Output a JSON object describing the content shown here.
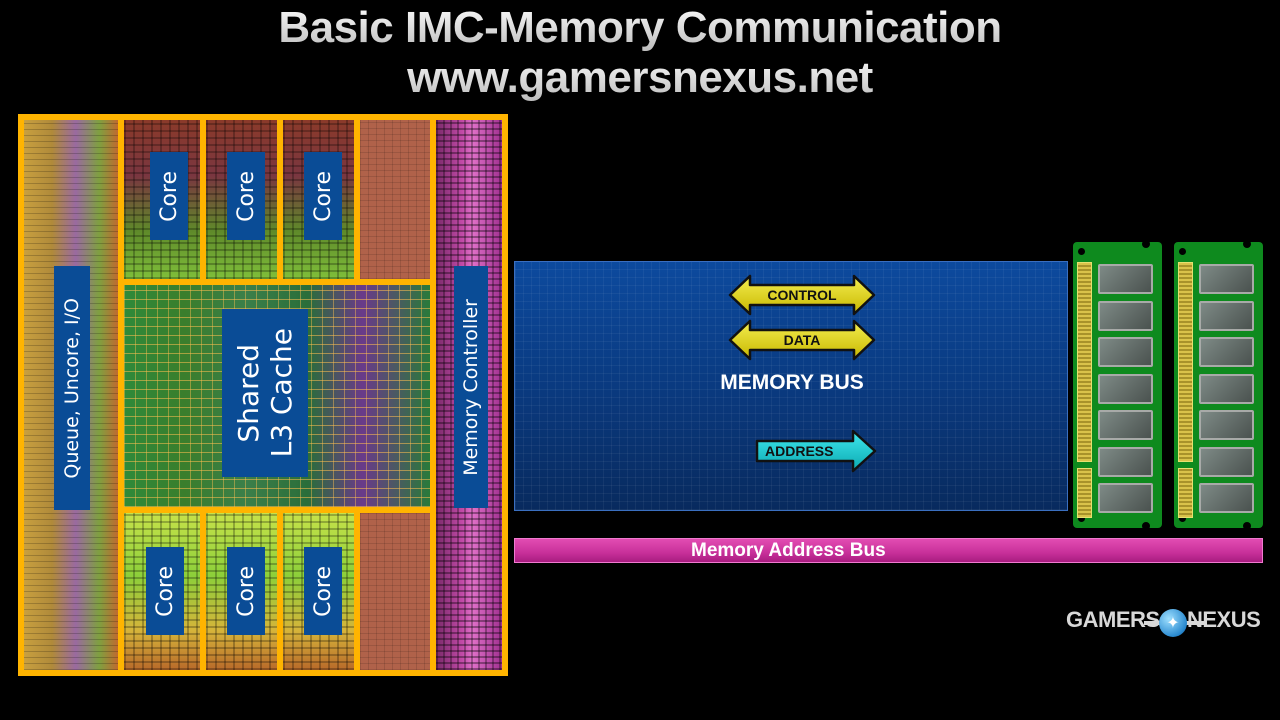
{
  "header": {
    "title": "Basic IMC-Memory Communication",
    "subtitle": "www.gamersnexus.net"
  },
  "die": {
    "labels": {
      "queue_uncore_io": "Queue, Uncore, I/O",
      "shared_cache": [
        "Shared",
        "L3 Cache"
      ],
      "memory_controller": "Memory Controller"
    },
    "top_cores": [
      "Core",
      "Core",
      "Core"
    ],
    "bottom_cores": [
      "Core",
      "Core",
      "Core"
    ],
    "colors": {
      "border": "#ffb400",
      "label_bg": "#0a4c96"
    }
  },
  "memory_bus": {
    "title": "MEMORY BUS",
    "signals": [
      {
        "label": "CONTROL",
        "direction": "bidirectional",
        "color": "#e8e020"
      },
      {
        "label": "DATA",
        "direction": "bidirectional",
        "color": "#e8e020"
      },
      {
        "label": "ADDRESS",
        "direction": "to-memory",
        "color": "#20d0d8"
      }
    ],
    "colors": {
      "panel": "#0a3a80"
    }
  },
  "address_bus": {
    "label": "Memory Address Bus",
    "color": "#c8309a"
  },
  "dimms": {
    "count": 2,
    "chips_per_module": 7,
    "color": "#0e8a1e"
  },
  "logo": {
    "left": "GAMERS",
    "right": "NEXUS"
  }
}
